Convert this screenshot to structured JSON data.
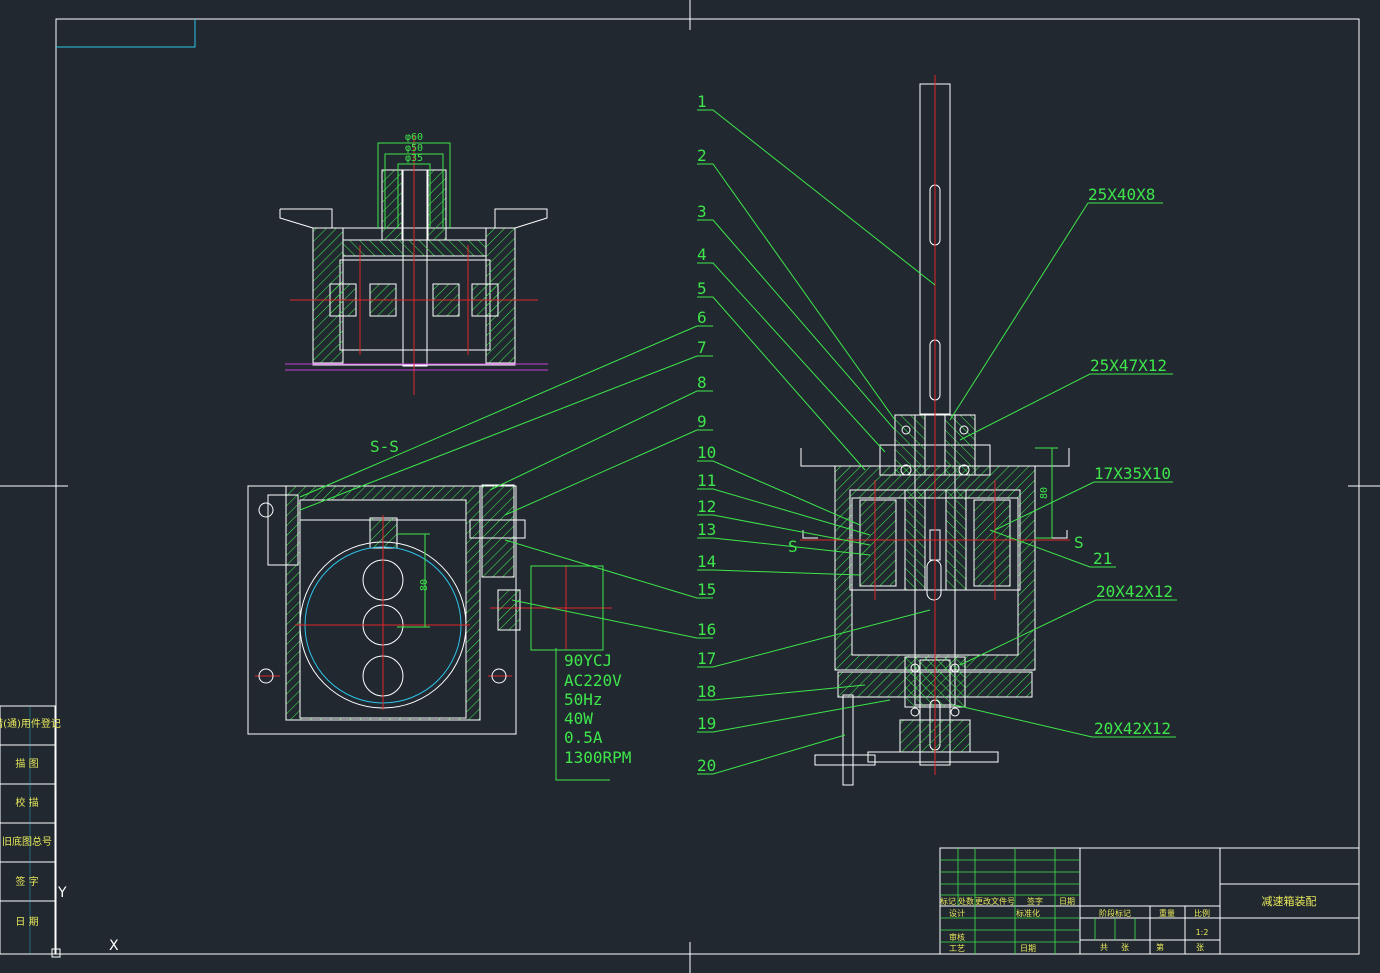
{
  "colors": {
    "background": "#212830",
    "outline": "#ffffff",
    "hatch": "#3ee64b",
    "centerline": "#e0262a",
    "dimension": "#3ee64b",
    "hidden": "#2ec3e8",
    "ground": "#c83fd8",
    "text_yellow": "#e8e85a"
  },
  "part_numbers_left": [
    "1",
    "2",
    "3",
    "4",
    "5",
    "6",
    "7",
    "8",
    "9",
    "10",
    "11",
    "12",
    "13",
    "14",
    "15",
    "16",
    "17",
    "18",
    "19",
    "20"
  ],
  "part_number_right": "21",
  "bearing_labels": [
    "25X40X8",
    "25X47X12",
    "17X35X10",
    "20X42X12",
    "20X42X12"
  ],
  "section_label": "S-S",
  "section_marker": "S",
  "dimensions": {
    "d60": "φ60",
    "d50": "φ50",
    "d35": "φ35",
    "h80_side": "80",
    "h80_main": "80"
  },
  "motor_specs": [
    "90YCJ",
    "AC220V",
    "50Hz",
    "40W",
    "0.5A",
    "1300RPM"
  ],
  "side_block": [
    "借(通)用件登记",
    "描 图",
    "校 描",
    "旧底图总号",
    "签 字",
    "日 期"
  ],
  "title_block": {
    "title": "减速箱装配",
    "header_cells": [
      "标记",
      "处数",
      "更改文件号",
      "签字",
      "日期"
    ],
    "row_labels": [
      "设计",
      "标准化",
      "审核",
      "工艺",
      "日期"
    ],
    "stage_labels": [
      "阶段标记",
      "重量",
      "比例"
    ],
    "scale": "1:2",
    "sheet": [
      "共",
      "张",
      "第",
      "张"
    ]
  },
  "ucs": {
    "y_label": "Y",
    "x_label": "X"
  }
}
